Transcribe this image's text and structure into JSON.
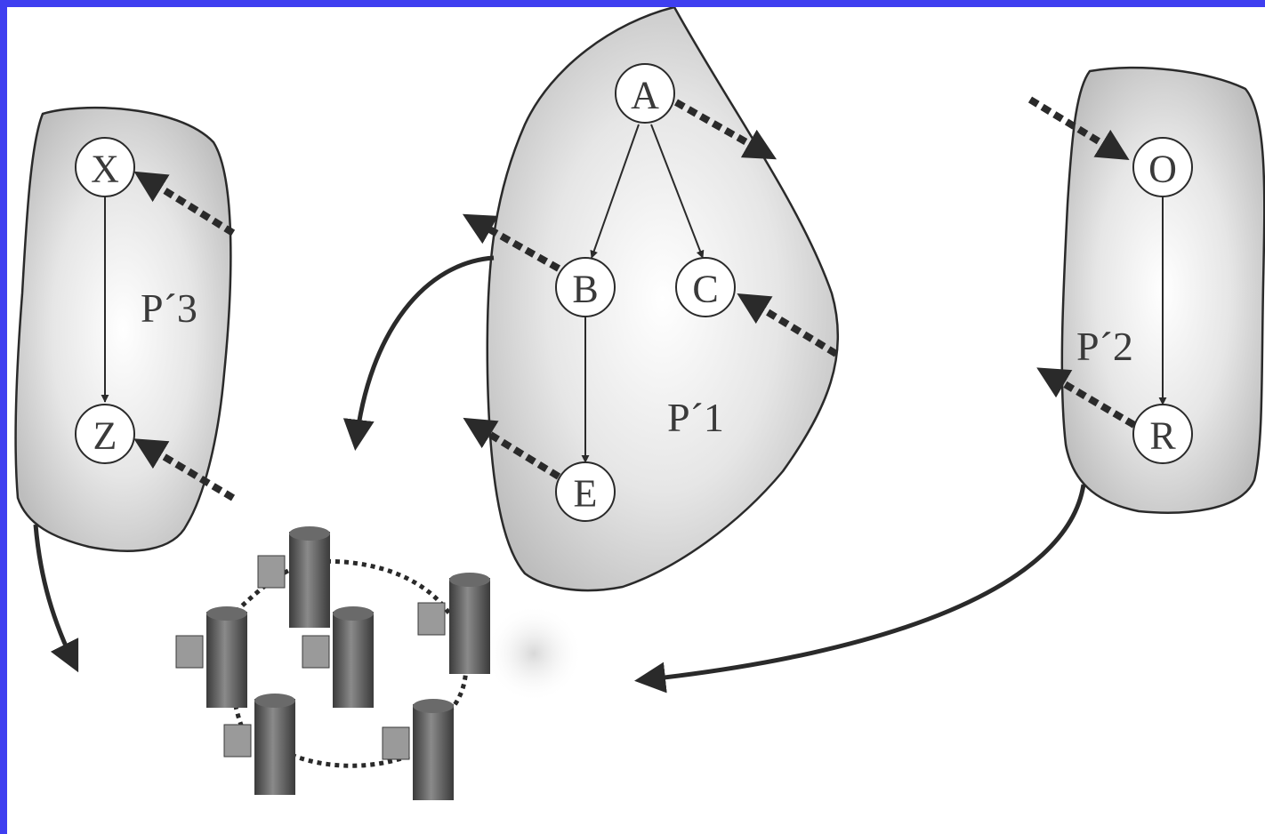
{
  "fragments": [
    {
      "id": "P1",
      "label": "P´1"
    },
    {
      "id": "P2",
      "label": "P´2"
    },
    {
      "id": "P3",
      "label": "P´3"
    }
  ],
  "nodes": {
    "A": "A",
    "B": "B",
    "C": "C",
    "E": "E",
    "O": "O",
    "R": "R",
    "X": "X",
    "Z": "Z"
  },
  "colors": {
    "border": "#3f3ff0",
    "fragment_fill": "#c8c8c8",
    "stroke": "#2a2a2a"
  },
  "icons": {
    "database": "database-server-icon",
    "cloud": "cloud-icon"
  }
}
